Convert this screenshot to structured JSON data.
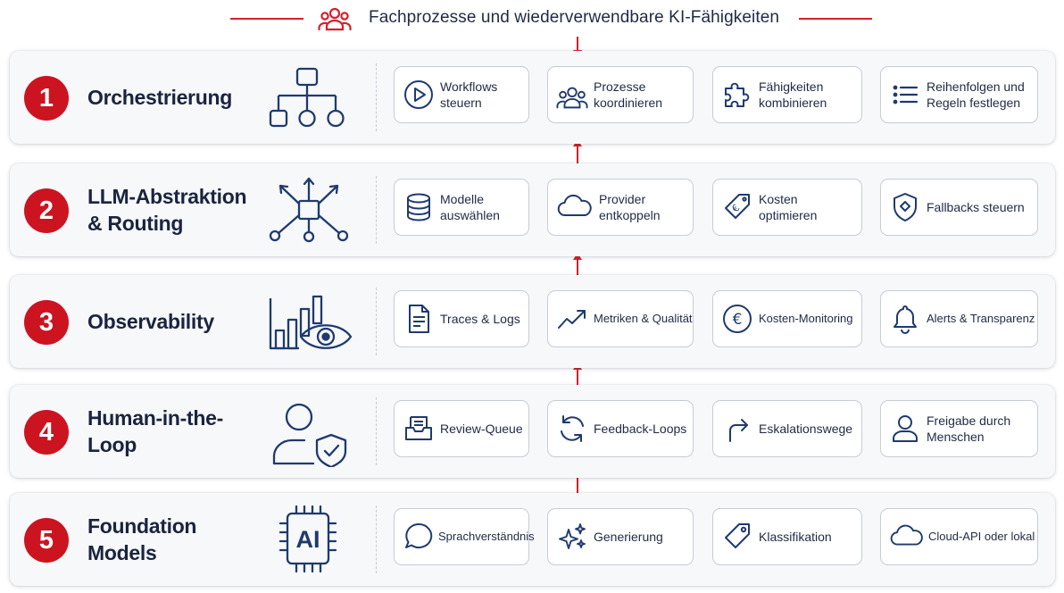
{
  "header": {
    "title": "Fachprozesse und wiederverwendbare KI-Fähigkeiten",
    "icon": "people-icon"
  },
  "colors": {
    "accent": "#cc1421",
    "icon_stroke": "#1f3a6e",
    "text": "#1f2a44"
  },
  "layers": [
    {
      "number": "1",
      "title": "Orchestrierung",
      "icon": "hierarchy-icon",
      "cards": [
        {
          "label": "Workflows\nsteuern",
          "icon": "play-icon"
        },
        {
          "label": "Prozesse\nkoordinieren",
          "icon": "people-icon"
        },
        {
          "label": "Fähigkeiten\nkombinieren",
          "icon": "puzzle-icon"
        },
        {
          "label": "Reihenfolgen und\nRegeln festlegen",
          "icon": "list-icon"
        }
      ]
    },
    {
      "number": "2",
      "title": "LLM-Abstraktion\n& Routing",
      "icon": "routing-hub-icon",
      "cards": [
        {
          "label": "Modelle\nauswählen",
          "icon": "database-icon"
        },
        {
          "label": "Provider\nentkoppeln",
          "icon": "cloud-icon"
        },
        {
          "label": "Kosten\noptimieren",
          "icon": "euro-tag-icon"
        },
        {
          "label": "Fallbacks steuern",
          "icon": "shield-icon"
        }
      ]
    },
    {
      "number": "3",
      "title": "Observability",
      "icon": "chart-eye-icon",
      "cards": [
        {
          "label": "Traces & Logs",
          "icon": "document-icon"
        },
        {
          "label": "Metriken & Qualität",
          "icon": "trend-icon"
        },
        {
          "label": "Kosten-Monitoring",
          "icon": "euro-coin-icon"
        },
        {
          "label": "Alerts & Transparenz",
          "icon": "bell-icon"
        }
      ]
    },
    {
      "number": "4",
      "title": "Human-in-the-Loop",
      "icon": "user-shield-icon",
      "cards": [
        {
          "label": "Review-Queue",
          "icon": "inbox-icon"
        },
        {
          "label": "Feedback-Loops",
          "icon": "cycle-icon"
        },
        {
          "label": "Eskalationswege",
          "icon": "turn-up-arrow-icon"
        },
        {
          "label": "Freigabe durch\nMenschen",
          "icon": "person-icon"
        }
      ]
    },
    {
      "number": "5",
      "title": "Foundation Models",
      "icon": "ai-chip-icon",
      "chip_label": "AI",
      "cards": [
        {
          "label": "Sprachverständnis",
          "icon": "speech-bubble-icon"
        },
        {
          "label": "Generierung",
          "icon": "sparkles-icon"
        },
        {
          "label": "Klassifikation",
          "icon": "tag-icon"
        },
        {
          "label": "Cloud-API oder lokal",
          "icon": "cloud-icon"
        }
      ]
    }
  ]
}
